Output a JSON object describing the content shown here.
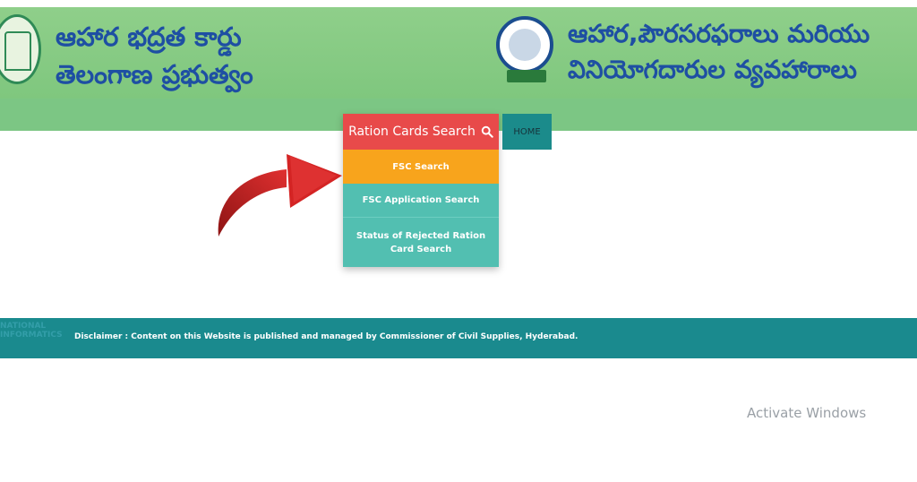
{
  "header": {
    "title_left": [
      "ఆహార భద్రత కార్డు",
      "తెలంగాణ ప్రభుత్వం"
    ],
    "title_right": [
      "ఆహార,పౌరసరఫరాలు మరియు",
      "వినియోగదారుల వ్యవహారాలు"
    ]
  },
  "menu": {
    "search_label": "Ration Cards Search",
    "home_label": "HOME",
    "items": [
      {
        "label": "FSC Search"
      },
      {
        "label": "FSC Application Search"
      },
      {
        "label": "Status of Rejected Ration Card Search"
      }
    ]
  },
  "footer": {
    "logo_text": "NATIONAL INFORMATICS",
    "disclaimer": "Disclaimer : Content on this Website is published and managed by Commissioner of Civil Supplies, Hyderabad."
  },
  "overlay": {
    "activate": "Activate Windows"
  },
  "colors": {
    "header_green": "#8fcf8a",
    "title_blue": "#1e4fa3",
    "search_red": "#e84a4a",
    "fsc_orange": "#f8a41c",
    "menu_teal": "#52bfb1",
    "footer_teal": "#1a8a8e"
  },
  "icons": [
    "telangana-emblem-icon",
    "civil-supplies-emblem-icon",
    "search-icon",
    "red-curved-arrow-icon"
  ]
}
